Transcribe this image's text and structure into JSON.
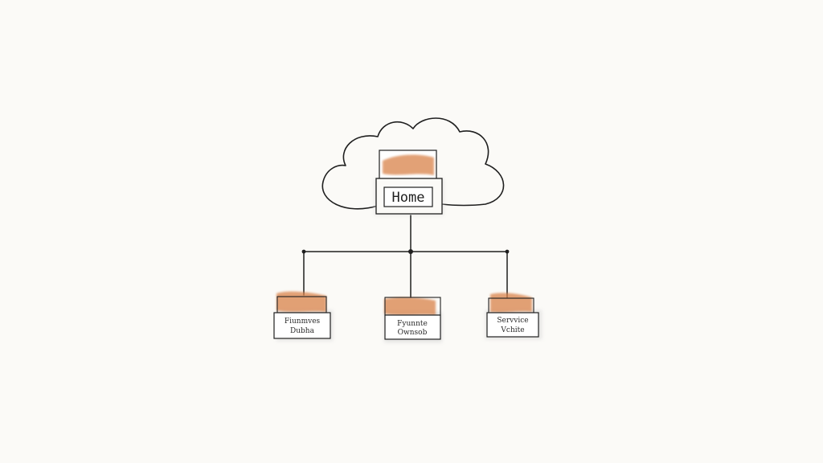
{
  "diagram": {
    "root": {
      "label": "Home"
    },
    "children": [
      {
        "line1": "Fⅰunmves",
        "line2": "Dubha"
      },
      {
        "line1": "Fyunnte",
        "line2": "Ownsob"
      },
      {
        "line1": "Servvice",
        "line2": "Vchite"
      }
    ]
  },
  "colors": {
    "background": "#fbfaf7",
    "ink": "#1f1f1f",
    "watercolor_orange": "#d9824a",
    "shadow": "#d8d8d8"
  }
}
